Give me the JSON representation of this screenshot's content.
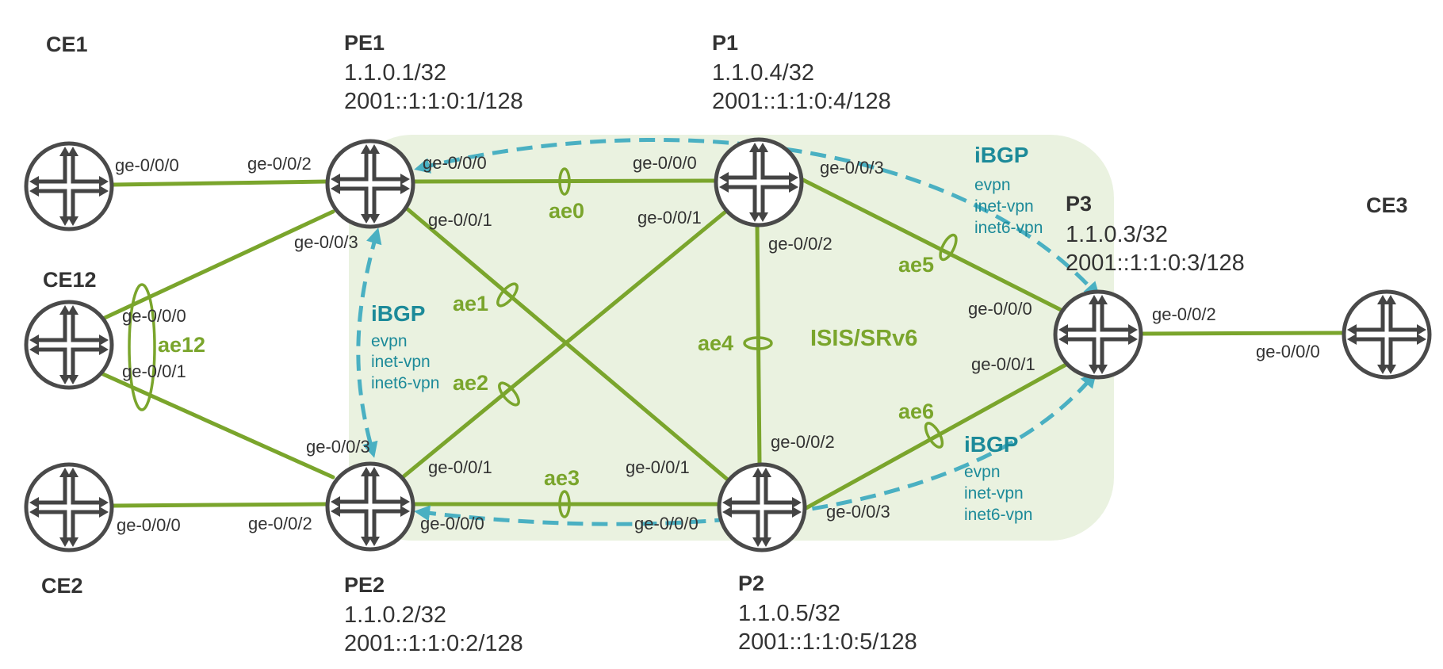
{
  "colors": {
    "link": "#7aa52c",
    "ibgp": "#4ab0c2",
    "ibgp_text": "#1c8a99",
    "region": "#eaf2e0",
    "node": "#333333"
  },
  "nodes": {
    "ce1": {
      "name": "CE1",
      "icon": "router-icon"
    },
    "ce12": {
      "name": "CE12",
      "icon": "router-icon"
    },
    "ce2": {
      "name": "CE2",
      "icon": "router-icon"
    },
    "pe1": {
      "name": "PE1",
      "ipv4": "1.1.0.1/32",
      "ipv6": "2001::1:1:0:1/128",
      "icon": "router-icon"
    },
    "pe2": {
      "name": "PE2",
      "ipv4": "1.1.0.2/32",
      "ipv6": "2001::1:1:0:2/128",
      "icon": "router-icon"
    },
    "p1": {
      "name": "P1",
      "ipv4": "1.1.0.4/32",
      "ipv6": "2001::1:1:0:4/128",
      "icon": "router-icon"
    },
    "p2": {
      "name": "P2",
      "ipv4": "1.1.0.5/32",
      "ipv6": "2001::1:1:0:5/128",
      "icon": "router-icon"
    },
    "p3": {
      "name": "P3",
      "ipv4": "1.1.0.3/32",
      "ipv6": "2001::1:1:0:3/128",
      "icon": "router-icon"
    },
    "ce3": {
      "name": "CE3",
      "icon": "router-icon"
    }
  },
  "ifaces": {
    "ce1_pe1": "ge-0/0/0",
    "pe1_ce1": "ge-0/0/2",
    "pe1_p1": "ge-0/0/0",
    "p1_pe1": "ge-0/0/0",
    "pe1_p2": "ge-0/0/1",
    "pe1_ce12": "ge-0/0/3",
    "p1_pe2": "ge-0/0/1",
    "p1_p3": "ge-0/0/3",
    "p1_p2": "ge-0/0/2",
    "ce12_pe1": "ge-0/0/0",
    "ce12_pe2": "ge-0/0/1",
    "p3_p1": "ge-0/0/0",
    "p3_p2": "ge-0/0/1",
    "p3_ce3": "ge-0/0/2",
    "ce3_p3": "ge-0/0/0",
    "pe2_ce12": "ge-0/0/3",
    "pe2_p1": "ge-0/0/1",
    "pe2_ce2": "ge-0/0/2",
    "pe2_p2": "ge-0/0/0",
    "ce2_pe2": "ge-0/0/0",
    "p2_pe1": "ge-0/0/1",
    "p2_p1": "ge-0/0/2",
    "p2_p3": "ge-0/0/3",
    "p2_pe2": "ge-0/0/0"
  },
  "lags": {
    "ae0": "ae0",
    "ae1": "ae1",
    "ae2": "ae2",
    "ae3": "ae3",
    "ae4": "ae4",
    "ae5": "ae5",
    "ae6": "ae6",
    "ae12": "ae12"
  },
  "region": {
    "label": "ISIS/SRv6"
  },
  "ibgp": {
    "top": {
      "title": "iBGP",
      "families": [
        "evpn",
        "inet-vpn",
        "inet6-vpn"
      ]
    },
    "left": {
      "title": "iBGP",
      "families": [
        "evpn",
        "inet-vpn",
        "inet6-vpn"
      ]
    },
    "bottom": {
      "title": "iBGP",
      "families": [
        "evpn",
        "inet-vpn",
        "inet6-vpn"
      ]
    }
  }
}
